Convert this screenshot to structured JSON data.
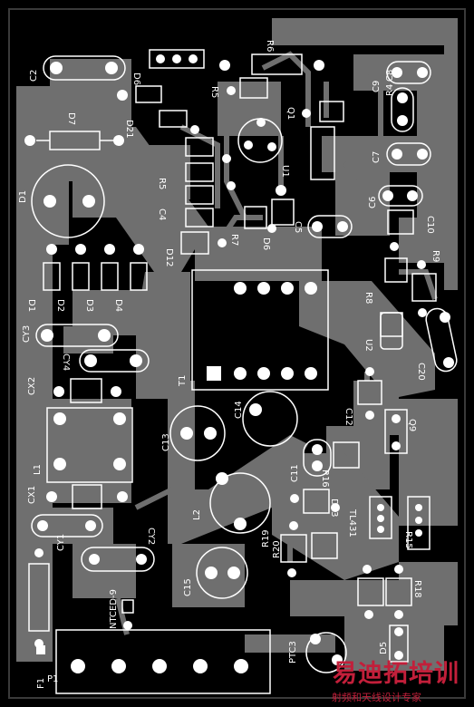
{
  "board": {
    "background": "#000000",
    "trace_color": "#6f6f6f",
    "silk_color": "#ffffff",
    "pad_color": "#ffffff"
  },
  "labels": {
    "c2": "C2",
    "d6_top": "D6",
    "r5_top": "R5",
    "r6_top": "R6",
    "d21": "D21",
    "q1": "Q1",
    "c9": "C9",
    "r4": "R4",
    "c8": "C8",
    "r6_right": "R6",
    "c7": "C7",
    "d7": "D7",
    "u1": "U1",
    "r5_mid": "R5",
    "c4": "C4",
    "c6": "C6",
    "c10": "C10",
    "d1_big": "D1",
    "r7": "R7",
    "d6_mid": "D6",
    "c5": "C5",
    "d12": "D12",
    "r9": "R9",
    "r8": "R8",
    "d1": "D1",
    "d2": "D2",
    "d3": "D3",
    "d4": "D4",
    "cy3": "CY3",
    "cy4": "CY4",
    "u2": "U2",
    "c20": "C20",
    "cx2": "CX2",
    "t1": "T1",
    "c12": "C12",
    "q9": "Q9",
    "l1": "L1",
    "c14": "C14",
    "c13": "C13",
    "r16": "R16",
    "c11": "C11",
    "cx1": "CX1",
    "d13": "D13",
    "tl431": "TL431",
    "cy1": "CY1",
    "l2": "L2",
    "cy2": "CY2",
    "r19": "R19",
    "r20": "R20",
    "r15": "R15",
    "c15": "C15",
    "r18": "R18",
    "ntc": "NTCED-9",
    "f1": "F1",
    "ptc": "PTC3",
    "d5": "D5",
    "p1": "P1"
  },
  "watermark": {
    "title": "易迪拓培训",
    "subtitle": "射频和天线设计专家"
  }
}
